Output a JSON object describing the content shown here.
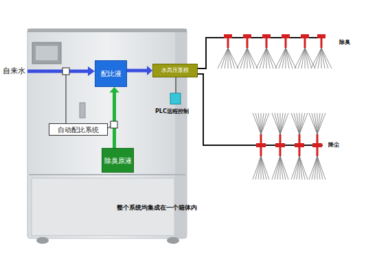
{
  "diagram": {
    "nodes": [
      {
        "text": [
          "配比液"
        ]
      },
      {
        "text": [
          "水高压泵模"
        ]
      },
      {
        "text": [
          "自动配比系统"
        ]
      },
      {
        "text": [
          "除臭原液"
        ]
      }
    ],
    "edges": [
      {
        "from": 0,
        "to": 1,
        "arrow": "to"
      },
      {
        "from": 3,
        "to": 0,
        "arrow": "to"
      }
    ],
    "labels": [
      "自来水",
      "PLC远程控制",
      "除臭",
      "降尘",
      "整个系统均集成在一个箱体内"
    ]
  }
}
